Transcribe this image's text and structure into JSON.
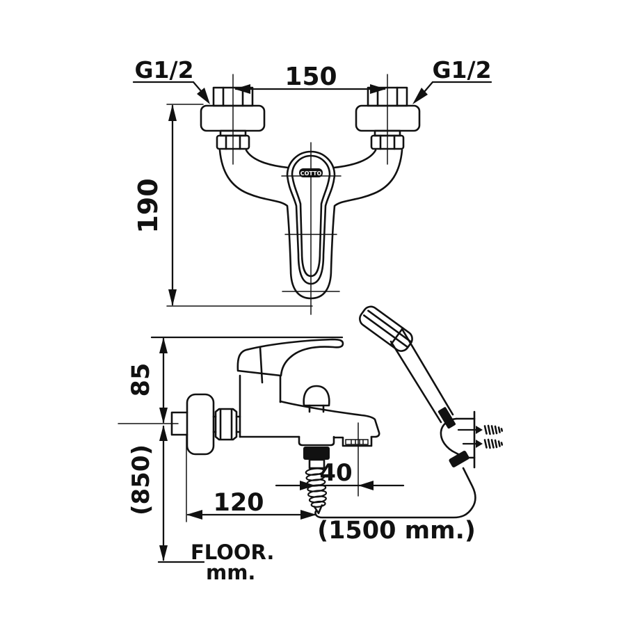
{
  "meta": {
    "background": "#ffffff",
    "line_color": "#111111",
    "drawing_type": "technical installation diagram - wall-mounted bath/shower mixer with hand shower"
  },
  "front_view": {
    "thread_label_left": "G1/2",
    "thread_label_right": "G1/2",
    "center_distance": "150",
    "body_height": "190",
    "brand": "COTTO"
  },
  "side_view": {
    "handle_above_center": "85",
    "center_above_floor": "(850)",
    "spout_reach": "120",
    "outlet_offset": "40",
    "hose_length": "(1500 mm.)",
    "floor_label": "FLOOR.",
    "unit_label": "mm."
  }
}
